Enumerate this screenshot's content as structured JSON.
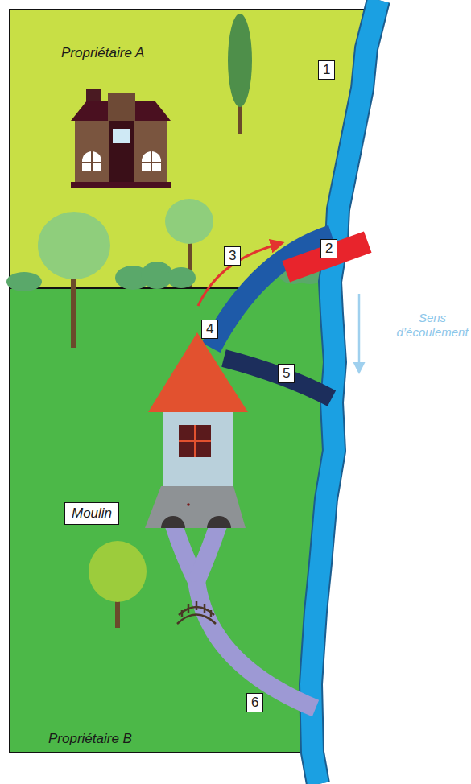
{
  "diagram": {
    "nodes": [
      {
        "text": [
          "Moulin"
        ]
      }
    ],
    "labels": [
      "Propriétaire A",
      "1",
      "3",
      "2",
      "4",
      "5",
      "Sens d’écoulement",
      "6",
      "Propriétaire B"
    ]
  }
}
